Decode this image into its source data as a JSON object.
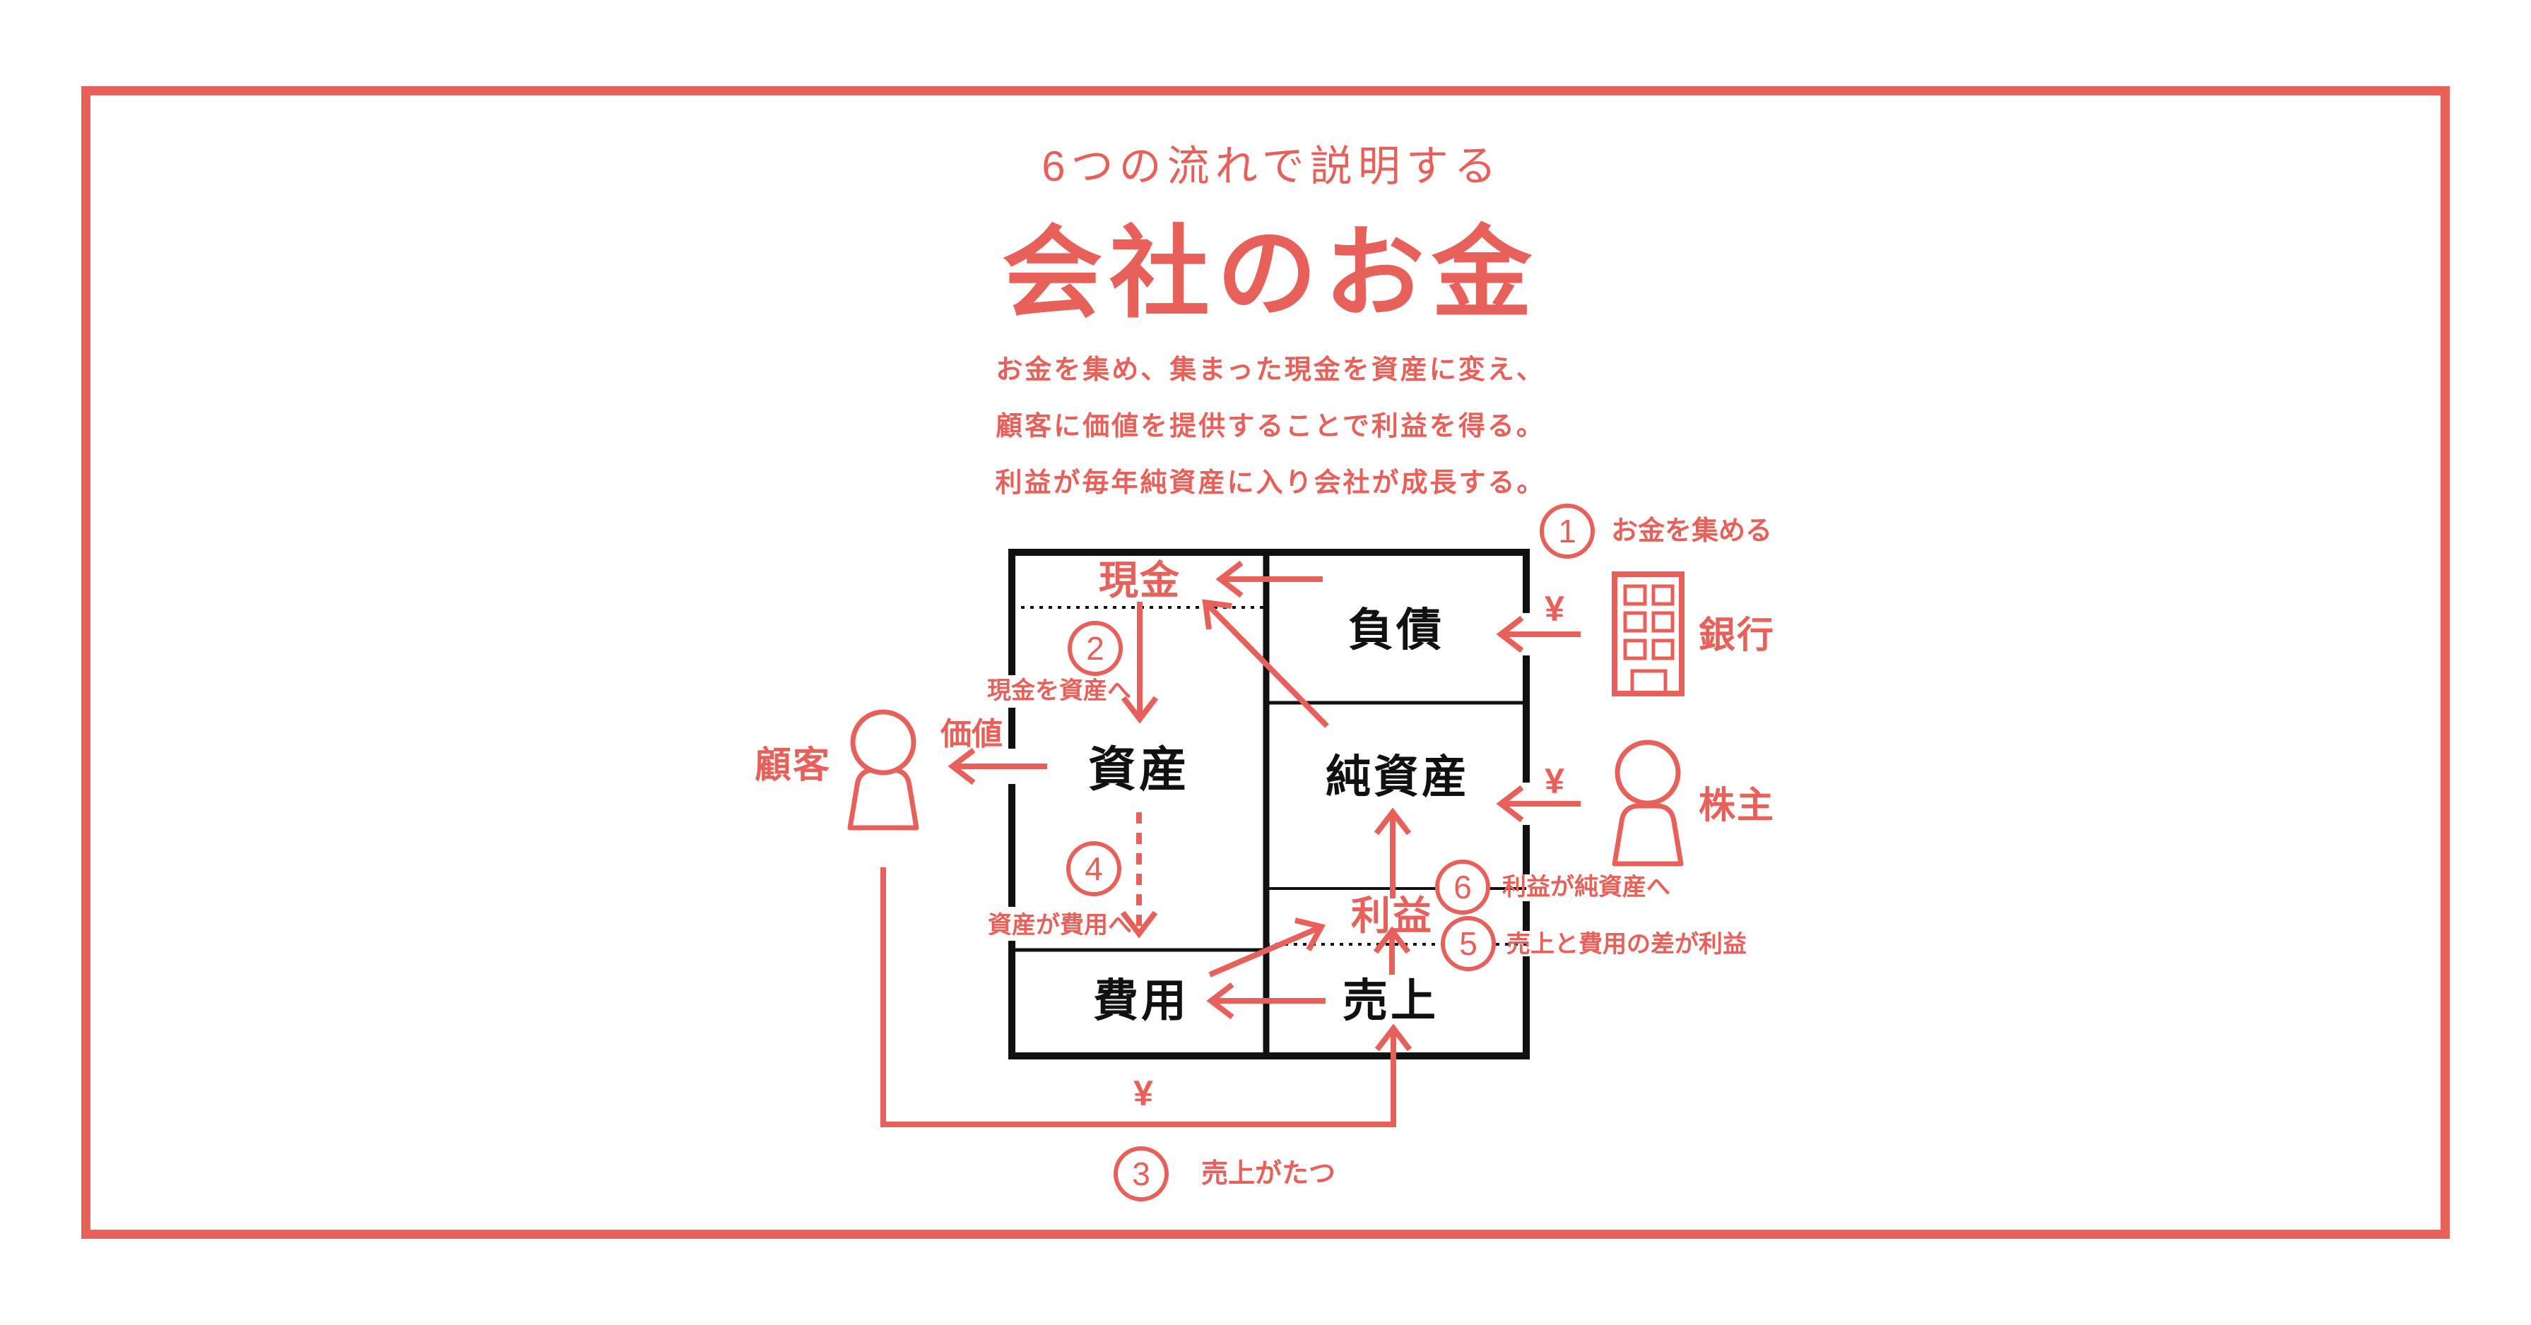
{
  "colors": {
    "accent": "#E7605A",
    "ink": "#111111"
  },
  "header": {
    "subtitle": "6つの流れで説明する",
    "title": "会社のお金",
    "description_lines": [
      "お金を集め、集まった現金を資産に変え、",
      "顧客に価値を提供することで利益を得る。",
      "利益が毎年純資産に入り会社が成長する。"
    ]
  },
  "balance_sheet": {
    "cash": "現金",
    "liabilities": "負債",
    "assets": "資産",
    "net_assets": "純資産",
    "profit": "利益",
    "expenses": "費用",
    "sales": "売上"
  },
  "entities": {
    "customer": "顧客",
    "bank": "銀行",
    "shareholder": "株主"
  },
  "flows": {
    "yen_symbol": "¥",
    "value_label": "価値"
  },
  "steps": [
    {
      "number": "1",
      "label": "お金を集める"
    },
    {
      "number": "2",
      "label": "現金を資産へ"
    },
    {
      "number": "3",
      "label": "売上がたつ"
    },
    {
      "number": "4",
      "label": "資産が費用へ"
    },
    {
      "number": "5",
      "label": "売上と費用の差が利益"
    },
    {
      "number": "6",
      "label": "利益が純資産へ"
    }
  ]
}
